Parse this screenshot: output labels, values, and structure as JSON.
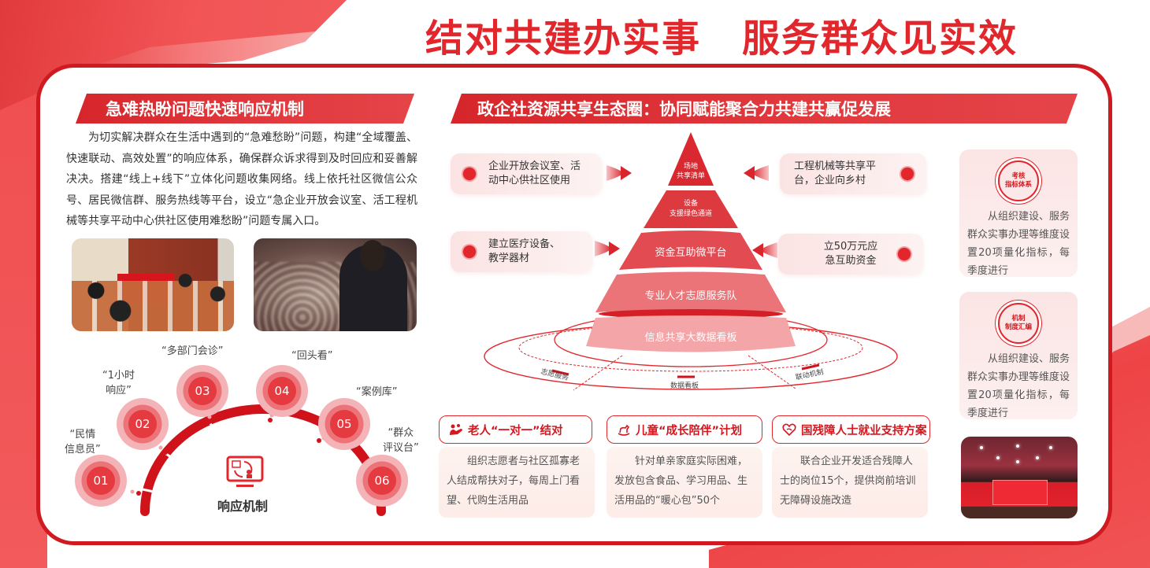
{
  "title": {
    "part1": "结对共建办实事",
    "part2": "服务群众见实效"
  },
  "left_section": {
    "heading": "急难热盼问题快速响应机制",
    "intro": "为切实解决群众在生活中遇到的“急难愁盼”问题，构建“全域覆盖、快速联动、高效处置”的响应体系，确保群众诉求得到及时回应和妥善解决决。搭建“线上+线下”立体化问题收集网络。线上依托社区微信公众号、居民微信群、服务热线等平台，设立“急企业开放会议室、活工程机械等共享平动中心供社区使用难愁盼”问题专属入口。",
    "photos": [
      {
        "name": "meeting-photo"
      },
      {
        "name": "speaker-photo"
      }
    ],
    "mechanism": {
      "label": "响应机制",
      "icon": "monitor-feedback-icon",
      "steps": [
        {
          "num": "01",
          "label": "“民情\n信息员”"
        },
        {
          "num": "02",
          "label": "“1小时\n响应”"
        },
        {
          "num": "03",
          "label": "“多部门会诊”"
        },
        {
          "num": "04",
          "label": "“回头看”"
        },
        {
          "num": "05",
          "label": "“案例库”"
        },
        {
          "num": "06",
          "label": "“群众\n评议台”"
        }
      ]
    }
  },
  "middle_section": {
    "heading": "政企社资源共享生态圈：协同赋能聚合力共建共赢促发展",
    "resources_left": [
      {
        "text": "企业开放会议室、活动中心供社区使用"
      },
      {
        "text": "建立医疗设备、教学器材"
      }
    ],
    "resources_right": [
      {
        "text": "工程机械等共享平台，企业向乡村"
      },
      {
        "text": "立50万元应急互助资金"
      }
    ],
    "pyramid_layers": [
      "场地\n共享清单",
      "设备\n支援绿色通道",
      "资金互助微平台",
      "专业人才志愿服务队",
      "信息共享大数据看板"
    ],
    "ring_labels": [
      "志愿服务",
      "数据看板",
      "联动机制"
    ]
  },
  "right_section": {
    "cards": [
      {
        "seal": "考核\n指标体系",
        "text": "从组织建设、服务群众实事办理等维度设置20项量化指标，每季度进行"
      },
      {
        "seal": "机制\n制度汇编",
        "text": "从组织建设、服务群众实事办理等维度设置20项量化指标，每季度进行"
      }
    ],
    "photo": {
      "name": "conference-stage-photo"
    }
  },
  "programs": [
    {
      "icon": "elderly-care-icon",
      "title": "老人“一对一”结对",
      "text": "组织志愿者与社区孤寡老人结成帮扶对子，每周上门看望、代购生活用品"
    },
    {
      "icon": "rocking-horse-icon",
      "title": "儿童“成长陪伴”计划",
      "text": "针对单亲家庭实际困难，发放包含食品、学习用品、生活用品的“暖心包”50个"
    },
    {
      "icon": "heart-hands-icon",
      "title": "国残障人士就业支持方案",
      "text": "联合企业开发适合残障人士的岗位15个，提供岗前培训无障碍设施改造"
    }
  ],
  "colors": {
    "brand_red": "#e2272c",
    "border_red": "#cf1a21",
    "card_pink": "#fbe4e4",
    "text_dark": "#333333"
  }
}
